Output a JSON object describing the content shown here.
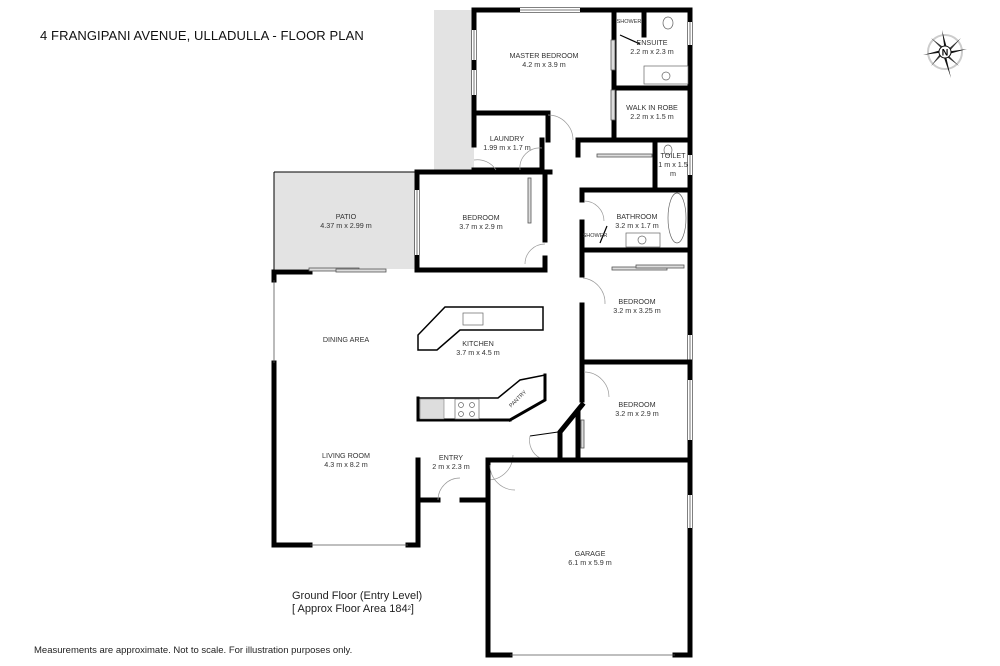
{
  "header": {
    "title": "4 FRANGIPANI AVENUE, ULLADULLA - FLOOR PLAN"
  },
  "compass": {
    "icon": "compass-rose-icon",
    "label": "N"
  },
  "rooms": [
    {
      "id": "master_bedroom",
      "name": "MASTER BEDROOM",
      "size": "4.2 m x 3.9 m"
    },
    {
      "id": "ensuite",
      "name": "ENSUITE",
      "size": "2.2 m x 2.3 m"
    },
    {
      "id": "shower_ensuite",
      "name": "SHOWER",
      "size": ""
    },
    {
      "id": "walk_in_robe",
      "name": "WALK IN ROBE",
      "size": "2.2 m x 1.5 m"
    },
    {
      "id": "laundry",
      "name": "LAUNDRY",
      "size": "1.99 m x 1.7 m"
    },
    {
      "id": "toilet",
      "name": "TOILET",
      "size": "1 m x 1.5",
      "size_extra": "m"
    },
    {
      "id": "patio",
      "name": "PATIO",
      "size": "4.37 m x 2.99 m"
    },
    {
      "id": "bedroom_2",
      "name": "BEDROOM",
      "size": "3.7 m x 2.9 m"
    },
    {
      "id": "bathroom",
      "name": "BATHROOM",
      "size": "3.2 m x 1.7 m"
    },
    {
      "id": "shower_bathroom",
      "name": "SHOWER",
      "size": ""
    },
    {
      "id": "bedroom_3",
      "name": "BEDROOM",
      "size": "3.2 m x 3.25 m"
    },
    {
      "id": "dining_area",
      "name": "DINING AREA",
      "size": ""
    },
    {
      "id": "kitchen",
      "name": "KITCHEN",
      "size": "3.7 m x 4.5 m"
    },
    {
      "id": "pantry",
      "name": "PANTRY",
      "size": ""
    },
    {
      "id": "bedroom_4",
      "name": "BEDROOM",
      "size": "3.2 m x 2.9 m"
    },
    {
      "id": "living_room",
      "name": "LIVING ROOM",
      "size": "4.3 m x 8.2 m"
    },
    {
      "id": "entry",
      "name": "ENTRY",
      "size": "2 m x 2.3 m"
    },
    {
      "id": "garage",
      "name": "GARAGE",
      "size": "6.1 m x 5.9 m"
    }
  ],
  "caption": {
    "line1": "Ground Floor (Entry Level)",
    "line2": "[ Approx Floor Area 184",
    "superscript": "2",
    "line2_end": "]"
  },
  "footer": {
    "disclaimer": "Measurements are approximate. Not to scale. For illustration purposes only."
  },
  "colors": {
    "wall": "#000000",
    "outdoor_fill": "#e3e3e3",
    "text": "#222222"
  }
}
